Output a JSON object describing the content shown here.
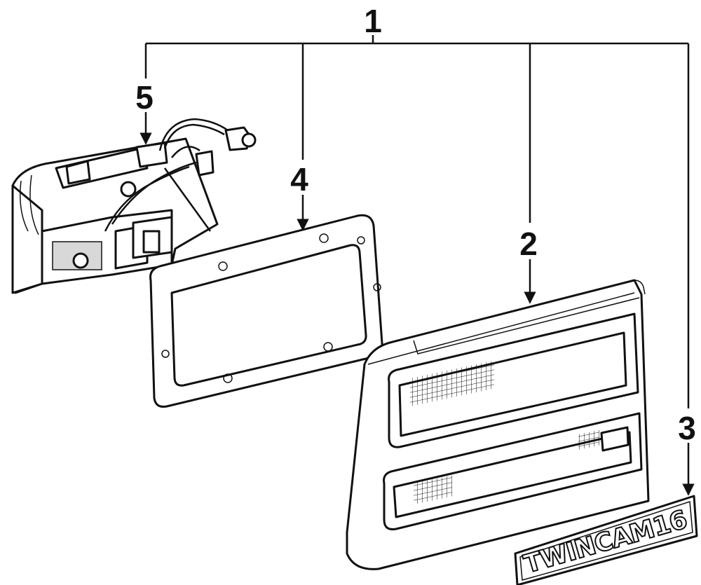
{
  "callouts": {
    "assembly": "1",
    "lens": "2",
    "emblem": "3",
    "gasket": "4",
    "socket": "5"
  },
  "emblem_text": "TWINCAM16"
}
